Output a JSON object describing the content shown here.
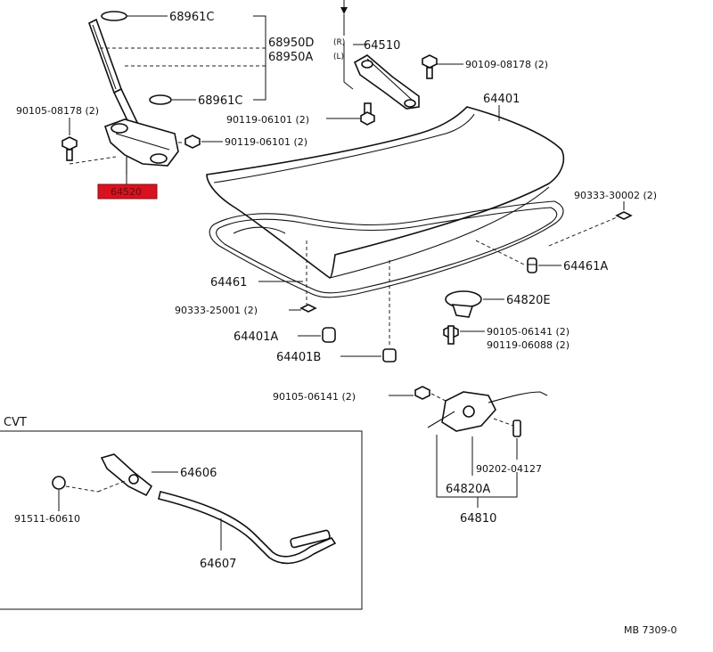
{
  "labels": {
    "gas_spring_upper": "68961C",
    "gas_spring_right": "68950D",
    "gas_spring_left": "68950A",
    "gas_spring_note_rh": "(R)",
    "gas_spring_note_lh": "(L)",
    "gas_spring_lower": "68961C",
    "hinge_right": "64510",
    "bolt_hinge_right": "90109-08178 (2)",
    "bolt_hinge_left": "90105-08178 (2)",
    "bolt_upper_mid": "90119-06101 (2)",
    "bolt_lower_mid": "90119-06101 (2)",
    "hinge_left_highlight": "64520",
    "lid": "64401",
    "plug_right": "90333-30002 (2)",
    "weatherstrip": "64461",
    "cushion": "64461A",
    "plug_left": "90333-25001 (2)",
    "striker_cover": "64820E",
    "bolt_striker_a": "90105-06141 (2)",
    "bolt_striker_b": "90119-06088 (2)",
    "stop_a": "64401A",
    "stop_b": "64401B",
    "bolt_lock": "90105-06141 (2)",
    "screw_lock": "90202-04127",
    "lock_assy": "64820A",
    "lock_group": "64810",
    "cvt_title": "CVT",
    "cvt_lever": "64606",
    "cvt_grommet": "91511-60610",
    "cvt_cable": "64607",
    "figure_code": "MB 7309-0"
  },
  "highlight_color": "#d8131f"
}
